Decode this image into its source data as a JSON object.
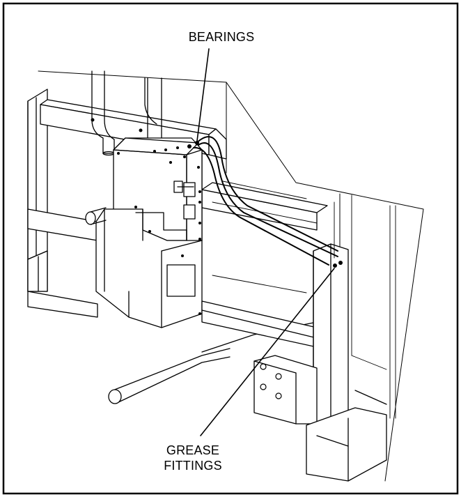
{
  "callouts": {
    "bearings": "BEARINGS",
    "grease_line1": "GREASE",
    "grease_line2": "FITTINGS"
  }
}
